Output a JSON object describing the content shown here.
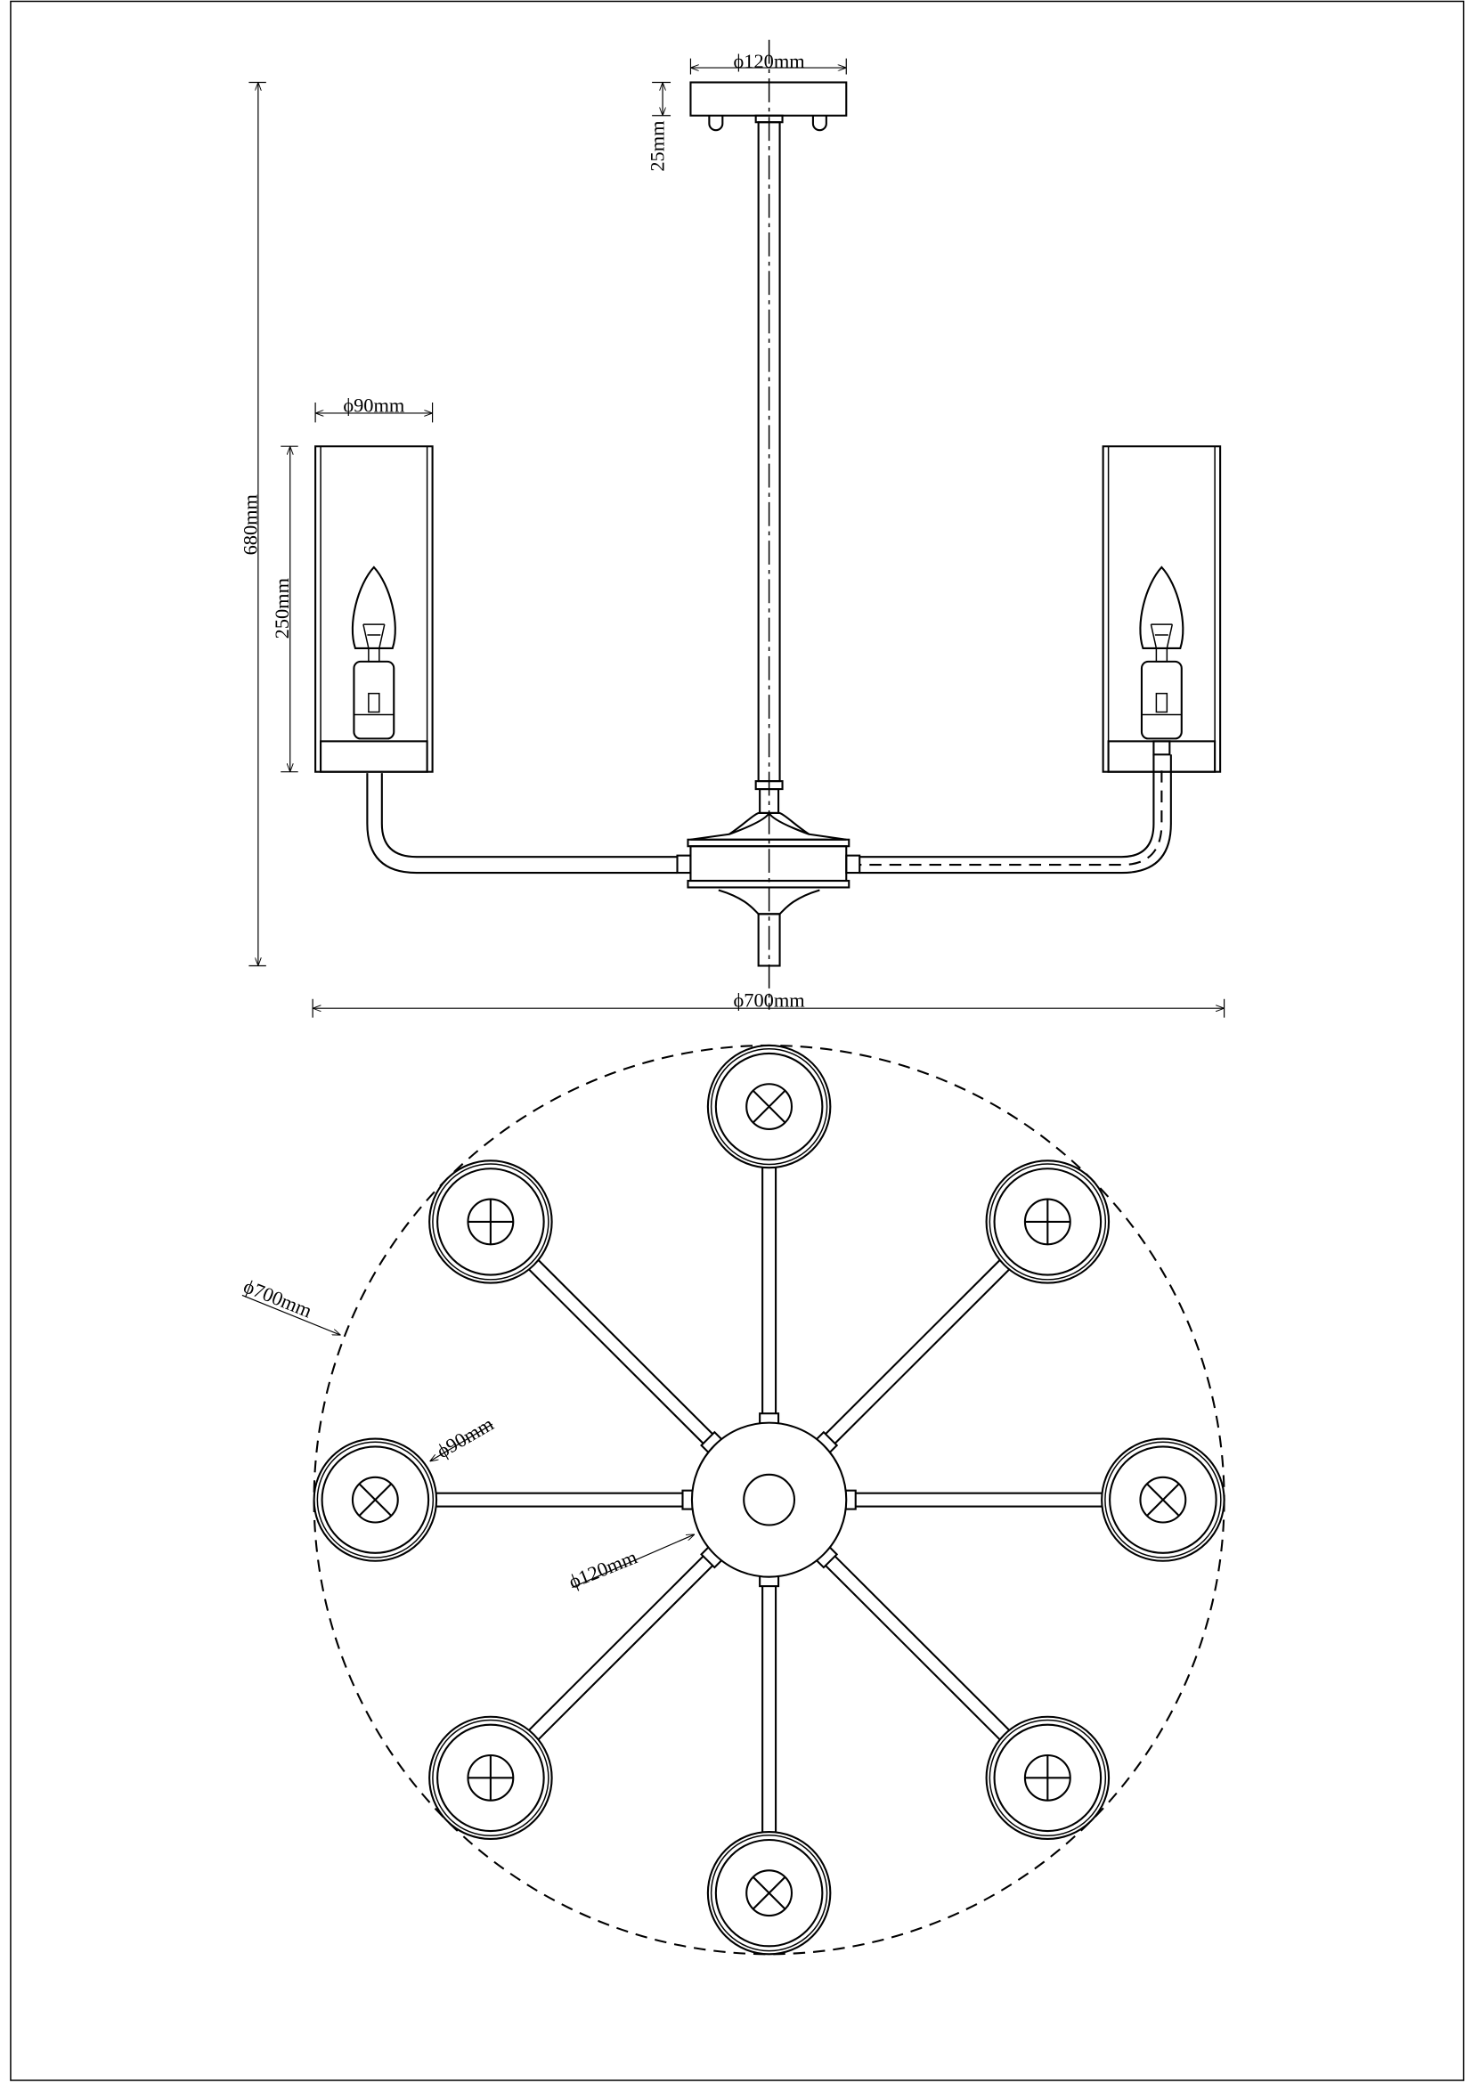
{
  "drawing": {
    "side_view": {
      "canopy_diameter": "ϕ120mm",
      "canopy_height": "25mm",
      "shade_diameter": "ϕ90mm",
      "shade_height": "250mm",
      "total_height": "680mm",
      "overall_diameter": "ϕ700mm"
    },
    "top_view": {
      "overall_diameter": "ϕ700mm",
      "shade_diameter": "ϕ90mm",
      "hub_diameter": "ϕ120mm",
      "lamp_count": 8
    }
  }
}
